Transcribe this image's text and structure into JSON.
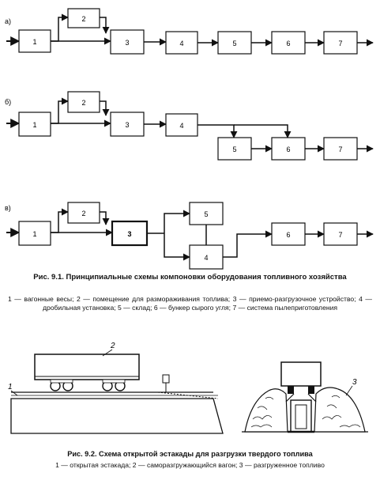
{
  "figure_1": {
    "schemes": [
      {
        "label": "а)",
        "blocks": [
          "1",
          "2",
          "3",
          "4",
          "5",
          "6",
          "7"
        ]
      },
      {
        "label": "б)",
        "blocks": [
          "1",
          "2",
          "3",
          "4",
          "5",
          "6",
          "7"
        ]
      },
      {
        "label": "в)",
        "blocks": [
          "1",
          "2",
          "3",
          "5",
          "4",
          "6",
          "7"
        ]
      }
    ],
    "caption": "Рис. 9.1. Принципиальные схемы компоновки оборудования топливного хозяйства",
    "legend": "1 — вагонные весы; 2 — помещение для размораживания топлива; 3 — приемо-разгрузочное устройство; 4 — дробильная установка; 5 — склад; 6 — бункер сырого угля; 7 — система пылеприготовления"
  },
  "figure_2": {
    "labels": {
      "wagon": "2",
      "trestle": "1",
      "fuel": "3"
    },
    "caption": "Рис. 9.2. Схема открытой эстакады для разгрузки твердого топлива",
    "legend": "1 — открытая эстакада; 2 — саморазгружающийся вагон; 3 — разгруженное топливо"
  }
}
